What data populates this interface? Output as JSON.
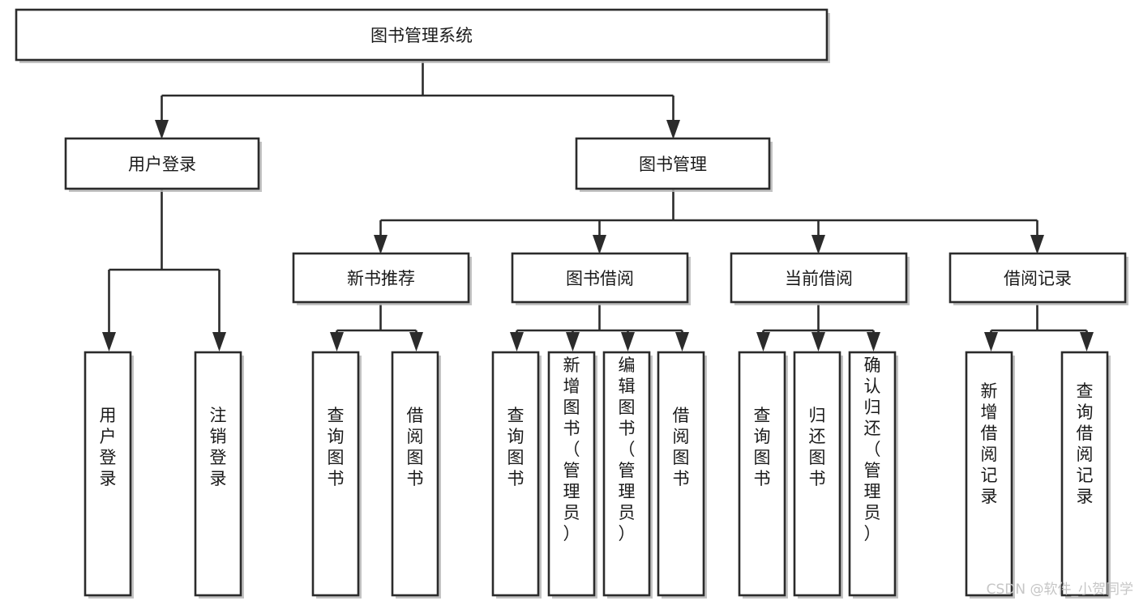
{
  "diagram": {
    "title": "图书管理系统",
    "type": "hierarchy-tree",
    "orientation": "top-down",
    "colors": {
      "box_border": "#2b2b2b",
      "box_fill": "#ffffff",
      "connector": "#2b2b2b",
      "text": "#1a1a1a",
      "background": "#ffffff",
      "watermark": "#c6c6c6"
    },
    "levels": [
      {
        "level": 0,
        "nodes": [
          {
            "id": "root",
            "label": "图书管理系统",
            "text_orientation": "horizontal"
          }
        ]
      },
      {
        "level": 1,
        "nodes": [
          {
            "id": "user-login",
            "label": "用户登录",
            "text_orientation": "horizontal",
            "parent": "root"
          },
          {
            "id": "book-manage",
            "label": "图书管理",
            "text_orientation": "horizontal",
            "parent": "root"
          }
        ]
      },
      {
        "level": 2,
        "nodes": [
          {
            "id": "new-book-recommend",
            "label": "新书推荐",
            "text_orientation": "horizontal",
            "parent": "book-manage"
          },
          {
            "id": "book-borrow",
            "label": "图书借阅",
            "text_orientation": "horizontal",
            "parent": "book-manage"
          },
          {
            "id": "current-borrow",
            "label": "当前借阅",
            "text_orientation": "horizontal",
            "parent": "book-manage"
          },
          {
            "id": "borrow-record",
            "label": "借阅记录",
            "text_orientation": "horizontal",
            "parent": "book-manage"
          }
        ]
      },
      {
        "level": 3,
        "nodes": [
          {
            "id": "leaf-user-login",
            "label": "用户登录",
            "text_orientation": "vertical",
            "parent": "user-login"
          },
          {
            "id": "leaf-logout",
            "label": "注销登录",
            "text_orientation": "vertical",
            "parent": "user-login"
          },
          {
            "id": "leaf-query-book-1",
            "label": "查询图书",
            "text_orientation": "vertical",
            "parent": "new-book-recommend"
          },
          {
            "id": "leaf-borrow-book-1",
            "label": "借阅图书",
            "text_orientation": "vertical",
            "parent": "new-book-recommend"
          },
          {
            "id": "leaf-query-book-2",
            "label": "查询图书",
            "text_orientation": "vertical",
            "parent": "book-borrow"
          },
          {
            "id": "leaf-add-book",
            "label": "新增图书（管理员）",
            "text_orientation": "vertical",
            "parent": "book-borrow"
          },
          {
            "id": "leaf-edit-book",
            "label": "编辑图书（管理员）",
            "text_orientation": "vertical",
            "parent": "book-borrow"
          },
          {
            "id": "leaf-borrow-book-2",
            "label": "借阅图书",
            "text_orientation": "vertical",
            "parent": "book-borrow"
          },
          {
            "id": "leaf-query-book-3",
            "label": "查询图书",
            "text_orientation": "vertical",
            "parent": "current-borrow"
          },
          {
            "id": "leaf-return-book",
            "label": "归还图书",
            "text_orientation": "vertical",
            "parent": "current-borrow"
          },
          {
            "id": "leaf-confirm-return",
            "label": "确认归还（管理员）",
            "text_orientation": "vertical",
            "parent": "current-borrow"
          },
          {
            "id": "leaf-add-record",
            "label": "新增借阅记录",
            "text_orientation": "vertical",
            "parent": "borrow-record"
          },
          {
            "id": "leaf-query-record",
            "label": "查询借阅记录",
            "text_orientation": "vertical",
            "parent": "borrow-record"
          }
        ]
      }
    ]
  },
  "watermark": {
    "text": "CSDN @软件_小贺同学"
  }
}
